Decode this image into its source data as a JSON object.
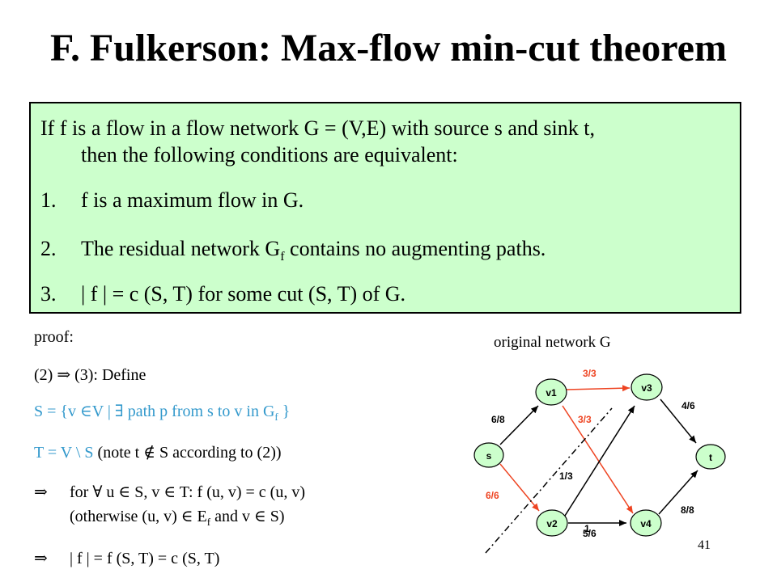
{
  "title": "F. Fulkerson: Max-flow min-cut theorem",
  "theorem": {
    "intro_line1": "If f is a flow in a flow network G = (V,E) with source s and sink t,",
    "intro_line2": "then the following conditions are equivalent:",
    "items": [
      {
        "num": "1.",
        "text": "f is a maximum  flow in G."
      },
      {
        "num": "2.",
        "text_before": "The residual network G",
        "subscript": "f",
        "text_after": " contains no augmenting  paths."
      },
      {
        "num": "3.",
        "text": "| f | = c (S, T) for some cut (S, T) of G."
      }
    ]
  },
  "proof": {
    "heading": "proof:",
    "line1": "(2) ⇒ (3): Define",
    "line2_prefix": "S = {v ∈V |  ∃ path p from s to v in G",
    "line2_sub": "f",
    "line2_suffix": " }",
    "line3_T": "T = V \\ S",
    "line3_note": "  (note t ∉ S according to (2))",
    "line4_arrow": "⇒",
    "line4_text": "for ∀ u ∈ S, v ∈ T: f (u, v) = c (u, v)",
    "line5_prefix": "(otherwise (u, v) ∈ E",
    "line5_sub": "f",
    "line5_suffix": " and v ∈ S)",
    "line6_arrow": "⇒",
    "line6_text": "| f | = f (S, T) = c (S, T)"
  },
  "diagram": {
    "caption": "original network G",
    "nodes": {
      "s": "s",
      "v1": "v1",
      "v2": "v2",
      "v3": "v3",
      "v4": "v4",
      "t": "t"
    },
    "edges": {
      "s_v1": "6/8",
      "s_v2": "6/6",
      "v1_v3": "3/3",
      "v1_v4": "3/3",
      "v2_v3": "1/3",
      "v2_v4_a": "1",
      "v2_v4_b": "5/6",
      "v3_t": "4/6",
      "v4_t": "8/8"
    },
    "colors": {
      "node_fill": "#ccffcc",
      "cut_edge": "#ee4422",
      "edge": "#000000",
      "label_red": "#ee4422"
    }
  },
  "page_number": "41"
}
